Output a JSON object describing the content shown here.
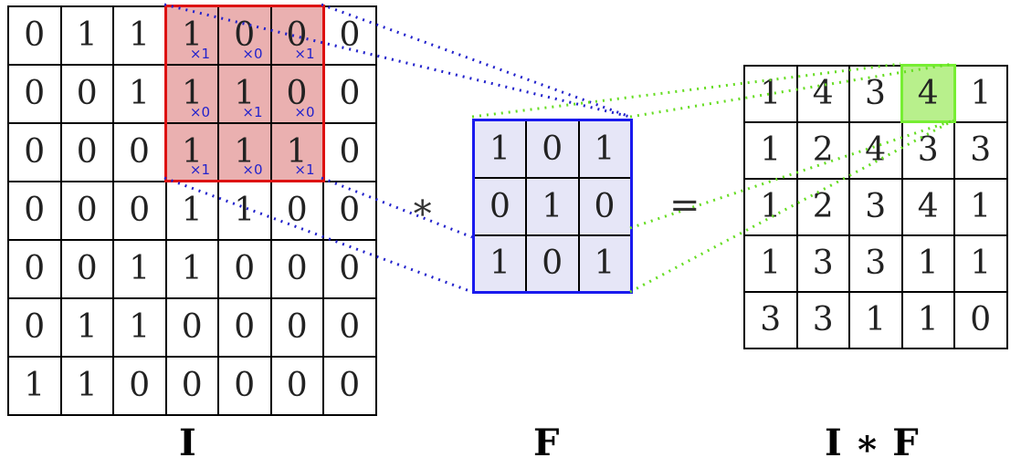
{
  "input_matrix": {
    "label": "I",
    "rows": [
      [
        "0",
        "1",
        "1",
        "1",
        "0",
        "0",
        "0"
      ],
      [
        "0",
        "0",
        "1",
        "1",
        "1",
        "0",
        "0"
      ],
      [
        "0",
        "0",
        "0",
        "1",
        "1",
        "1",
        "0"
      ],
      [
        "0",
        "0",
        "0",
        "1",
        "1",
        "0",
        "0"
      ],
      [
        "0",
        "0",
        "1",
        "1",
        "0",
        "0",
        "0"
      ],
      [
        "0",
        "1",
        "1",
        "0",
        "0",
        "0",
        "0"
      ],
      [
        "1",
        "1",
        "0",
        "0",
        "0",
        "0",
        "0"
      ]
    ],
    "highlight": {
      "row_start": 0,
      "col_start": 3,
      "size": 3
    },
    "highlight_multipliers": [
      [
        "×1",
        "×0",
        "×1"
      ],
      [
        "×0",
        "×1",
        "×0"
      ],
      [
        "×1",
        "×0",
        "×1"
      ]
    ]
  },
  "filter_matrix": {
    "label": "F",
    "rows": [
      [
        "1",
        "0",
        "1"
      ],
      [
        "0",
        "1",
        "0"
      ],
      [
        "1",
        "0",
        "1"
      ]
    ]
  },
  "output_matrix": {
    "label": "I ∗ F",
    "rows": [
      [
        "1",
        "4",
        "3",
        "4",
        "1"
      ],
      [
        "1",
        "2",
        "4",
        "3",
        "3"
      ],
      [
        "1",
        "2",
        "3",
        "4",
        "1"
      ],
      [
        "1",
        "3",
        "3",
        "1",
        "1"
      ],
      [
        "3",
        "3",
        "1",
        "1",
        "0"
      ]
    ],
    "highlight": {
      "row": 0,
      "col": 3
    }
  },
  "operators": {
    "convolve": "∗",
    "equals": "="
  },
  "colors": {
    "input_highlight_fill": "#eab0b0",
    "input_highlight_border": "#dd1111",
    "filter_fill": "#e6e6f7",
    "filter_border": "#1a1aee",
    "output_highlight_fill": "#b8f08c",
    "output_highlight_border": "#77ee33",
    "blue_lines": "#2222cc",
    "green_lines": "#66dd22"
  }
}
